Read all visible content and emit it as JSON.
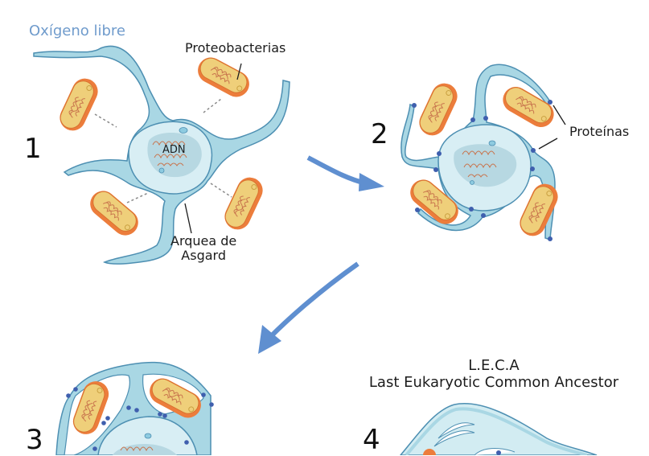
{
  "figure": {
    "colors": {
      "arrow": "#5f8fd0",
      "cytoplasm_fill": "#a9d7e4",
      "cytoplasm_stroke": "#4d8fb2",
      "nucleus_fill": "#d8eef4",
      "nucleoid": "#9fc6d4",
      "dna": "#c8744d",
      "bacterium_outer": "#ec7d3c",
      "bacterium_inner": "#efcf7a",
      "protein": "#3f5fae",
      "oxygen_label": "#6f9bcc"
    },
    "stages": [
      {
        "number": "1",
        "labels": [
          "Oxígeno libre",
          "Proteobacterias",
          "ADN",
          "Arquea de",
          "Asgard"
        ]
      },
      {
        "number": "2",
        "labels": [
          "Proteínas"
        ]
      },
      {
        "number": "3",
        "labels": []
      },
      {
        "number": "4",
        "labels": [
          "L.E.C.A",
          "Last Eukaryotic Common Ancestor"
        ]
      }
    ],
    "text": {
      "oxygen": "Oxígeno libre",
      "proteobacteria": "Proteobacterias",
      "dna": "ADN",
      "archaea_line1": "Arquea de",
      "archaea_line2": "Asgard",
      "proteins": "Proteínas",
      "leca": "L.E.C.A",
      "leca_full": "Last Eukaryotic Common Ancestor"
    }
  }
}
